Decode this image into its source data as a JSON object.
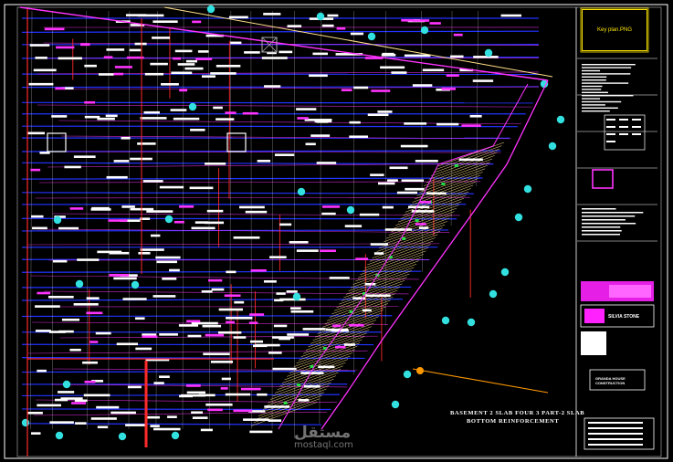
{
  "key_plan": {
    "label": "Key plan.PNG"
  },
  "drawing_caption": {
    "line1": "BASEMENT 2 SLAB FOUR 3 PART-2 SLAB",
    "line2": "BOTTOM REINFORCEMENT"
  },
  "title_block": {
    "logo_upper": "SILVIA STONE",
    "logo_lower": "GRANDA HOUSE CONSTRUCTION"
  },
  "watermark": {
    "arabic": "مستقل",
    "latin": "mostaql.com"
  },
  "colors": {
    "background": "#000000",
    "rebar_blue": "#2233ff",
    "rebar_red": "#ff2a2a",
    "slab_edge_magenta": "#ff33ff",
    "bar_marks_yellow": "#ffe08a",
    "tags_cyan": "#33e0e0",
    "labels_white": "#ffffff",
    "accent_green": "#22dd44",
    "accent_orange": "#ff9900"
  }
}
